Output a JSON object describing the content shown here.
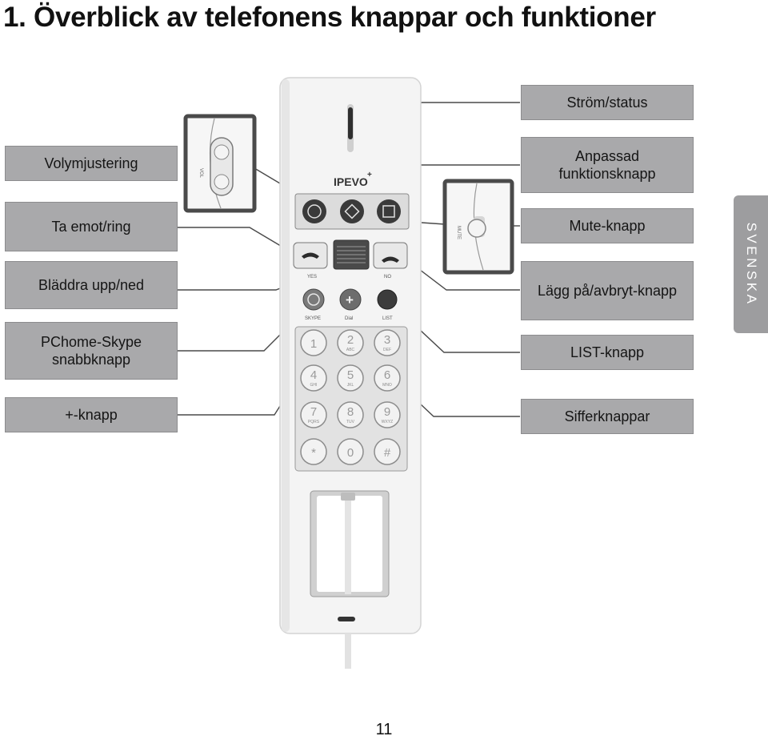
{
  "page": {
    "title": "1. Överblick av telefonens knappar och funktioner",
    "side_tab": "SVENSKA",
    "page_number": "11"
  },
  "callouts_left": [
    {
      "label": "Volymjustering"
    },
    {
      "label": "Ta emot/ring"
    },
    {
      "label": "Bläddra upp/ned"
    },
    {
      "label": "PChome-Skype\nsnabbknapp"
    },
    {
      "label": "+-knapp"
    }
  ],
  "callouts_right": [
    {
      "label": "Ström/status"
    },
    {
      "label": "Anpassad\nfunktionsknapp"
    },
    {
      "label": "Mute-knapp"
    },
    {
      "label": "Lägg på/avbryt-knapp"
    },
    {
      "label": "LIST-knapp"
    },
    {
      "label": "Sifferknappar"
    }
  ],
  "phone": {
    "brand": "IPEVO",
    "yes": "YES",
    "no": "NO",
    "skype": "SKYPE",
    "dial": "Dial",
    "list": "LIST",
    "vol": "VOL",
    "mute": "MUTE",
    "keypad": [
      {
        "digit": "1",
        "letters": ""
      },
      {
        "digit": "2",
        "letters": "ABC"
      },
      {
        "digit": "3",
        "letters": "DEF"
      },
      {
        "digit": "4",
        "letters": "GHI"
      },
      {
        "digit": "5",
        "letters": "JKL"
      },
      {
        "digit": "6",
        "letters": "MNO"
      },
      {
        "digit": "7",
        "letters": "PQRS"
      },
      {
        "digit": "8",
        "letters": "TUV"
      },
      {
        "digit": "9",
        "letters": "WXYZ"
      },
      {
        "digit": "*",
        "letters": ""
      },
      {
        "digit": "0",
        "letters": ""
      },
      {
        "digit": "#",
        "letters": ""
      }
    ]
  }
}
